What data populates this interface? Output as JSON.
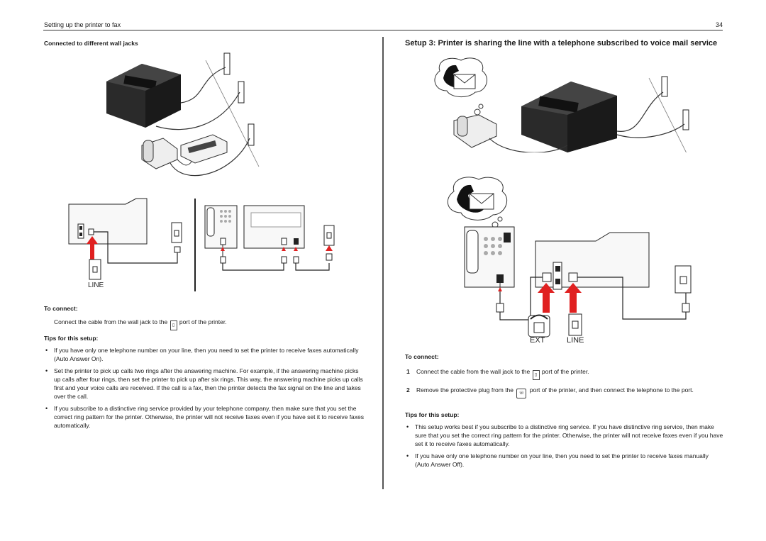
{
  "header": {
    "section": "Setting up the printer to fax",
    "page": "34"
  },
  "left": {
    "heading": "Connected to different wall jacks",
    "diagram_line_label": "LINE",
    "to_connect": "To connect:",
    "connect_before": "Connect the cable from the wall jack to the",
    "connect_after": "port of the printer.",
    "tips_heading": "Tips for this setup:",
    "tips": [
      "If you have only one telephone number on your line, then you need to set the printer to receive faxes automatically (Auto Answer On).",
      "Set the printer to pick up calls two rings after the answering machine. For example, if the answering machine picks up calls after four rings, then set the printer to pick up after six rings. This way, the answering machine picks up calls first and your voice calls are received. If the call is a fax, then the printer detects the fax signal on the line and takes over the call.",
      "If you subscribe to a distinctive ring service provided by your telephone company, then make sure that you set the correct ring pattern for the printer. Otherwise, the printer will not receive faxes even if you have set it to receive faxes automatically."
    ]
  },
  "right": {
    "heading": "Setup 3: Printer is sharing the line with a telephone subscribed to voice mail service",
    "diagram_ext_label": "EXT",
    "diagram_line_label": "LINE",
    "to_connect": "To connect:",
    "steps": [
      {
        "num": "1",
        "before": "Connect the cable from the wall jack to the",
        "after": "port of the printer."
      },
      {
        "num": "2",
        "before": "Remove the protective plug from the",
        "after": "port of the printer, and then connect the telephone to the port."
      }
    ],
    "tips_heading": "Tips for this setup:",
    "tips": [
      "This setup works best if you subscribe to a distinctive ring service. If you have distinctive ring service, then make sure that you set the correct ring pattern for the printer. Otherwise, the printer will not receive faxes even if you have set it to receive faxes automatically.",
      "If you have only one telephone number on your line, then you need to set the printer to receive faxes manually (Auto Answer Off)."
    ]
  },
  "icons": {
    "line_port": "line-port-icon",
    "ext_port": "ext-port-icon",
    "bullet": "•"
  }
}
